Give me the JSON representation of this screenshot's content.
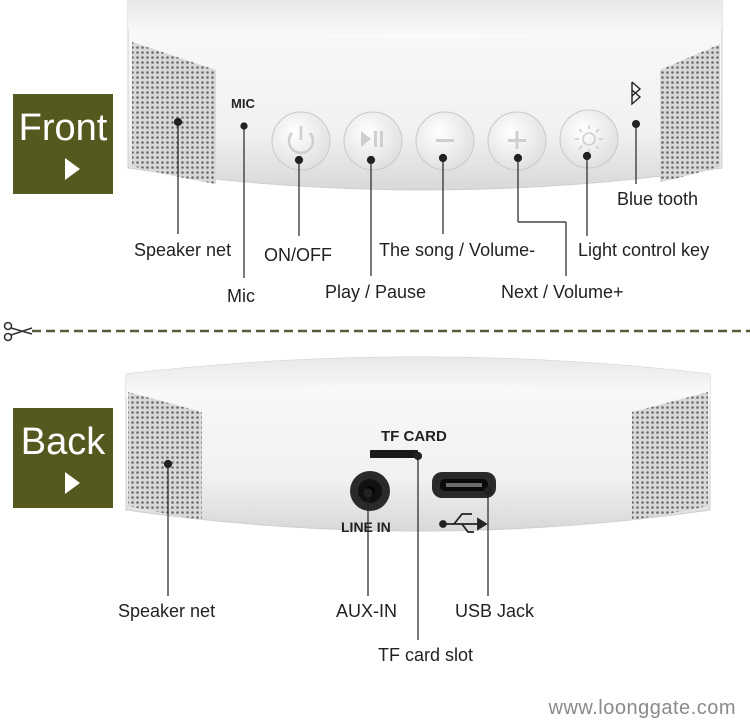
{
  "front": {
    "tag": "Front",
    "device_labels": {
      "mic": "MIC"
    },
    "callouts": {
      "speaker_net": "Speaker net",
      "on_off": "ON/OFF",
      "mic": "Mic",
      "play_pause": "Play / Pause",
      "song_volume_minus": "The song / Volume-",
      "next_volume_plus": "Next / Volume+",
      "light_control": "Light control key",
      "bluetooth": "Blue tooth"
    }
  },
  "back": {
    "tag": "Back",
    "device_labels": {
      "tf_card": "TF CARD",
      "line_in": "LINE IN"
    },
    "callouts": {
      "speaker_net": "Speaker net",
      "aux_in": "AUX-IN",
      "usb_jack": "USB Jack",
      "tf_card_slot": "TF card slot"
    }
  },
  "watermark": "www.loonggate.com",
  "icons": [
    "power-icon",
    "play-pause-icon",
    "minus-icon",
    "plus-icon",
    "light-icon",
    "bluetooth-icon",
    "scissors-icon",
    "usb-icon"
  ],
  "colors": {
    "tag_bg": "#56591f",
    "divider": "#5a5a3a",
    "body": "#f4f4f4"
  }
}
